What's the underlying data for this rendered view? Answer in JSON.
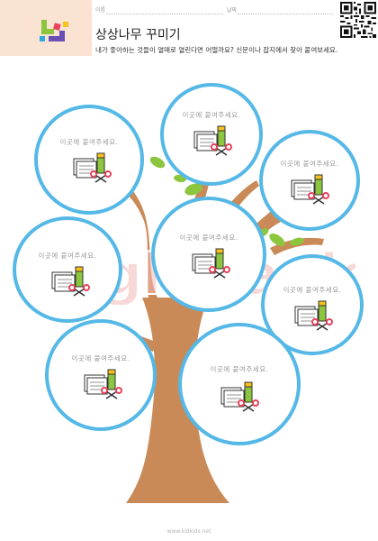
{
  "header": {
    "name_label": "이름",
    "date_label": "날짜",
    "title": "상상나무 꾸미기",
    "instruction": "내가 좋아하는 것들이 열매로 열린다면 어떨까요? 신문이나 잡지에서 찾아 붙여보세요."
  },
  "circles": [
    {
      "hint": "이곳에 붙여주세요."
    },
    {
      "hint": "이곳에 붙여주세요."
    },
    {
      "hint": "이곳에 붙여주세요."
    },
    {
      "hint": "이곳에 붙여주세요."
    },
    {
      "hint": "이곳에 붙여주세요."
    },
    {
      "hint": "이곳에 붙여주세요."
    },
    {
      "hint": "이곳에 붙여주세요."
    },
    {
      "hint": "이곳에 붙여주세요."
    }
  ],
  "watermark": {
    "text": "WagleBagle"
  },
  "footer": {
    "text": "www.kidkids.net"
  },
  "colors": {
    "circle_border": "#55b8e6",
    "trunk": "#c98a57",
    "leaf": "#8cc63f",
    "header_block": "#fbe3d3"
  }
}
